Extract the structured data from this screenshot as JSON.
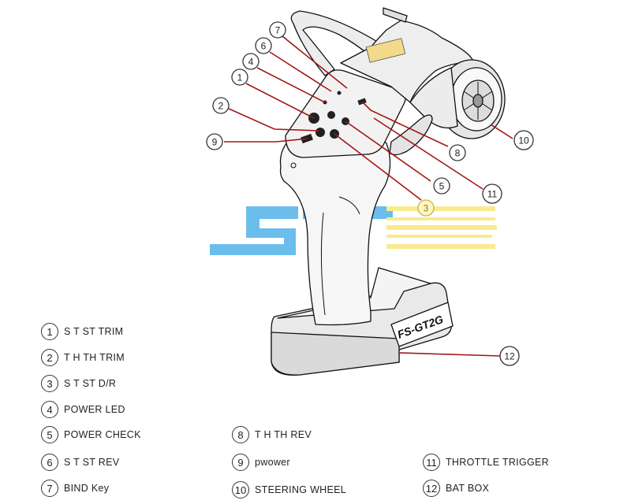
{
  "device": {
    "model_label": "FS-GT2G"
  },
  "watermark": {
    "text": "ST ART"
  },
  "callouts": [
    {
      "num": "1"
    },
    {
      "num": "2"
    },
    {
      "num": "3"
    },
    {
      "num": "4"
    },
    {
      "num": "5"
    },
    {
      "num": "6"
    },
    {
      "num": "7"
    },
    {
      "num": "8"
    },
    {
      "num": "9"
    },
    {
      "num": "10"
    },
    {
      "num": "11"
    },
    {
      "num": "12"
    }
  ],
  "legend": [
    {
      "num": "1",
      "label": "S T   ST TRIM"
    },
    {
      "num": "2",
      "label": "T H   TH TRIM"
    },
    {
      "num": "3",
      "label": "S T   ST D/R"
    },
    {
      "num": "4",
      "label": "POWER LED"
    },
    {
      "num": "5",
      "label": "POWER CHECK"
    },
    {
      "num": "6",
      "label": "S T   ST REV"
    },
    {
      "num": "7",
      "label": "BIND  Key"
    },
    {
      "num": "8",
      "label": "T H   TH REV"
    },
    {
      "num": "9",
      "label": "pwower"
    },
    {
      "num": "10",
      "label": "STEERING WHEEL"
    },
    {
      "num": "11",
      "label": "THROTTLE TRIGGER"
    },
    {
      "num": "12",
      "label": "BAT BOX"
    }
  ],
  "colors": {
    "leader": "#a31717",
    "outline": "#111111",
    "watermark_blue": "#3aa7e6",
    "watermark_yellow": "#f7e36a"
  }
}
